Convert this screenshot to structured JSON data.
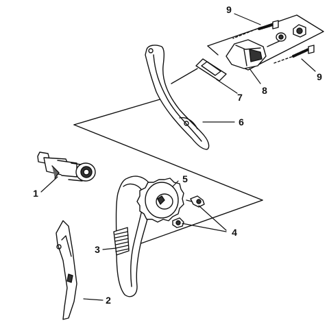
{
  "diagram": {
    "type": "exploded-parts-diagram",
    "line_color": "#111111",
    "background": "#ffffff",
    "callouts": [
      {
        "label": "1"
      },
      {
        "label": "2"
      },
      {
        "label": "3"
      },
      {
        "label": "4"
      },
      {
        "label": "5"
      },
      {
        "label": "6"
      },
      {
        "label": "7"
      },
      {
        "label": "8"
      },
      {
        "label": "9"
      },
      {
        "label": "9"
      }
    ]
  }
}
